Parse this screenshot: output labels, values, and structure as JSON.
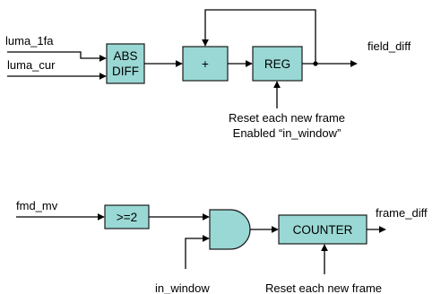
{
  "top": {
    "inputs": [
      "luma_1fa",
      "luma_cur"
    ],
    "abs_diff_lines": [
      "ABS",
      "DIFF"
    ],
    "adder_label": "+",
    "reg_label": "REG",
    "output": "field_diff",
    "note_lines": [
      "Reset each new frame",
      "Enabled “in_window”"
    ]
  },
  "bottom": {
    "input": "fmd_mv",
    "compare_label": ">=2",
    "gate_input": "in_window",
    "counter_label": "COUNTER",
    "output": "frame_diff",
    "note": "Reset each new frame"
  }
}
